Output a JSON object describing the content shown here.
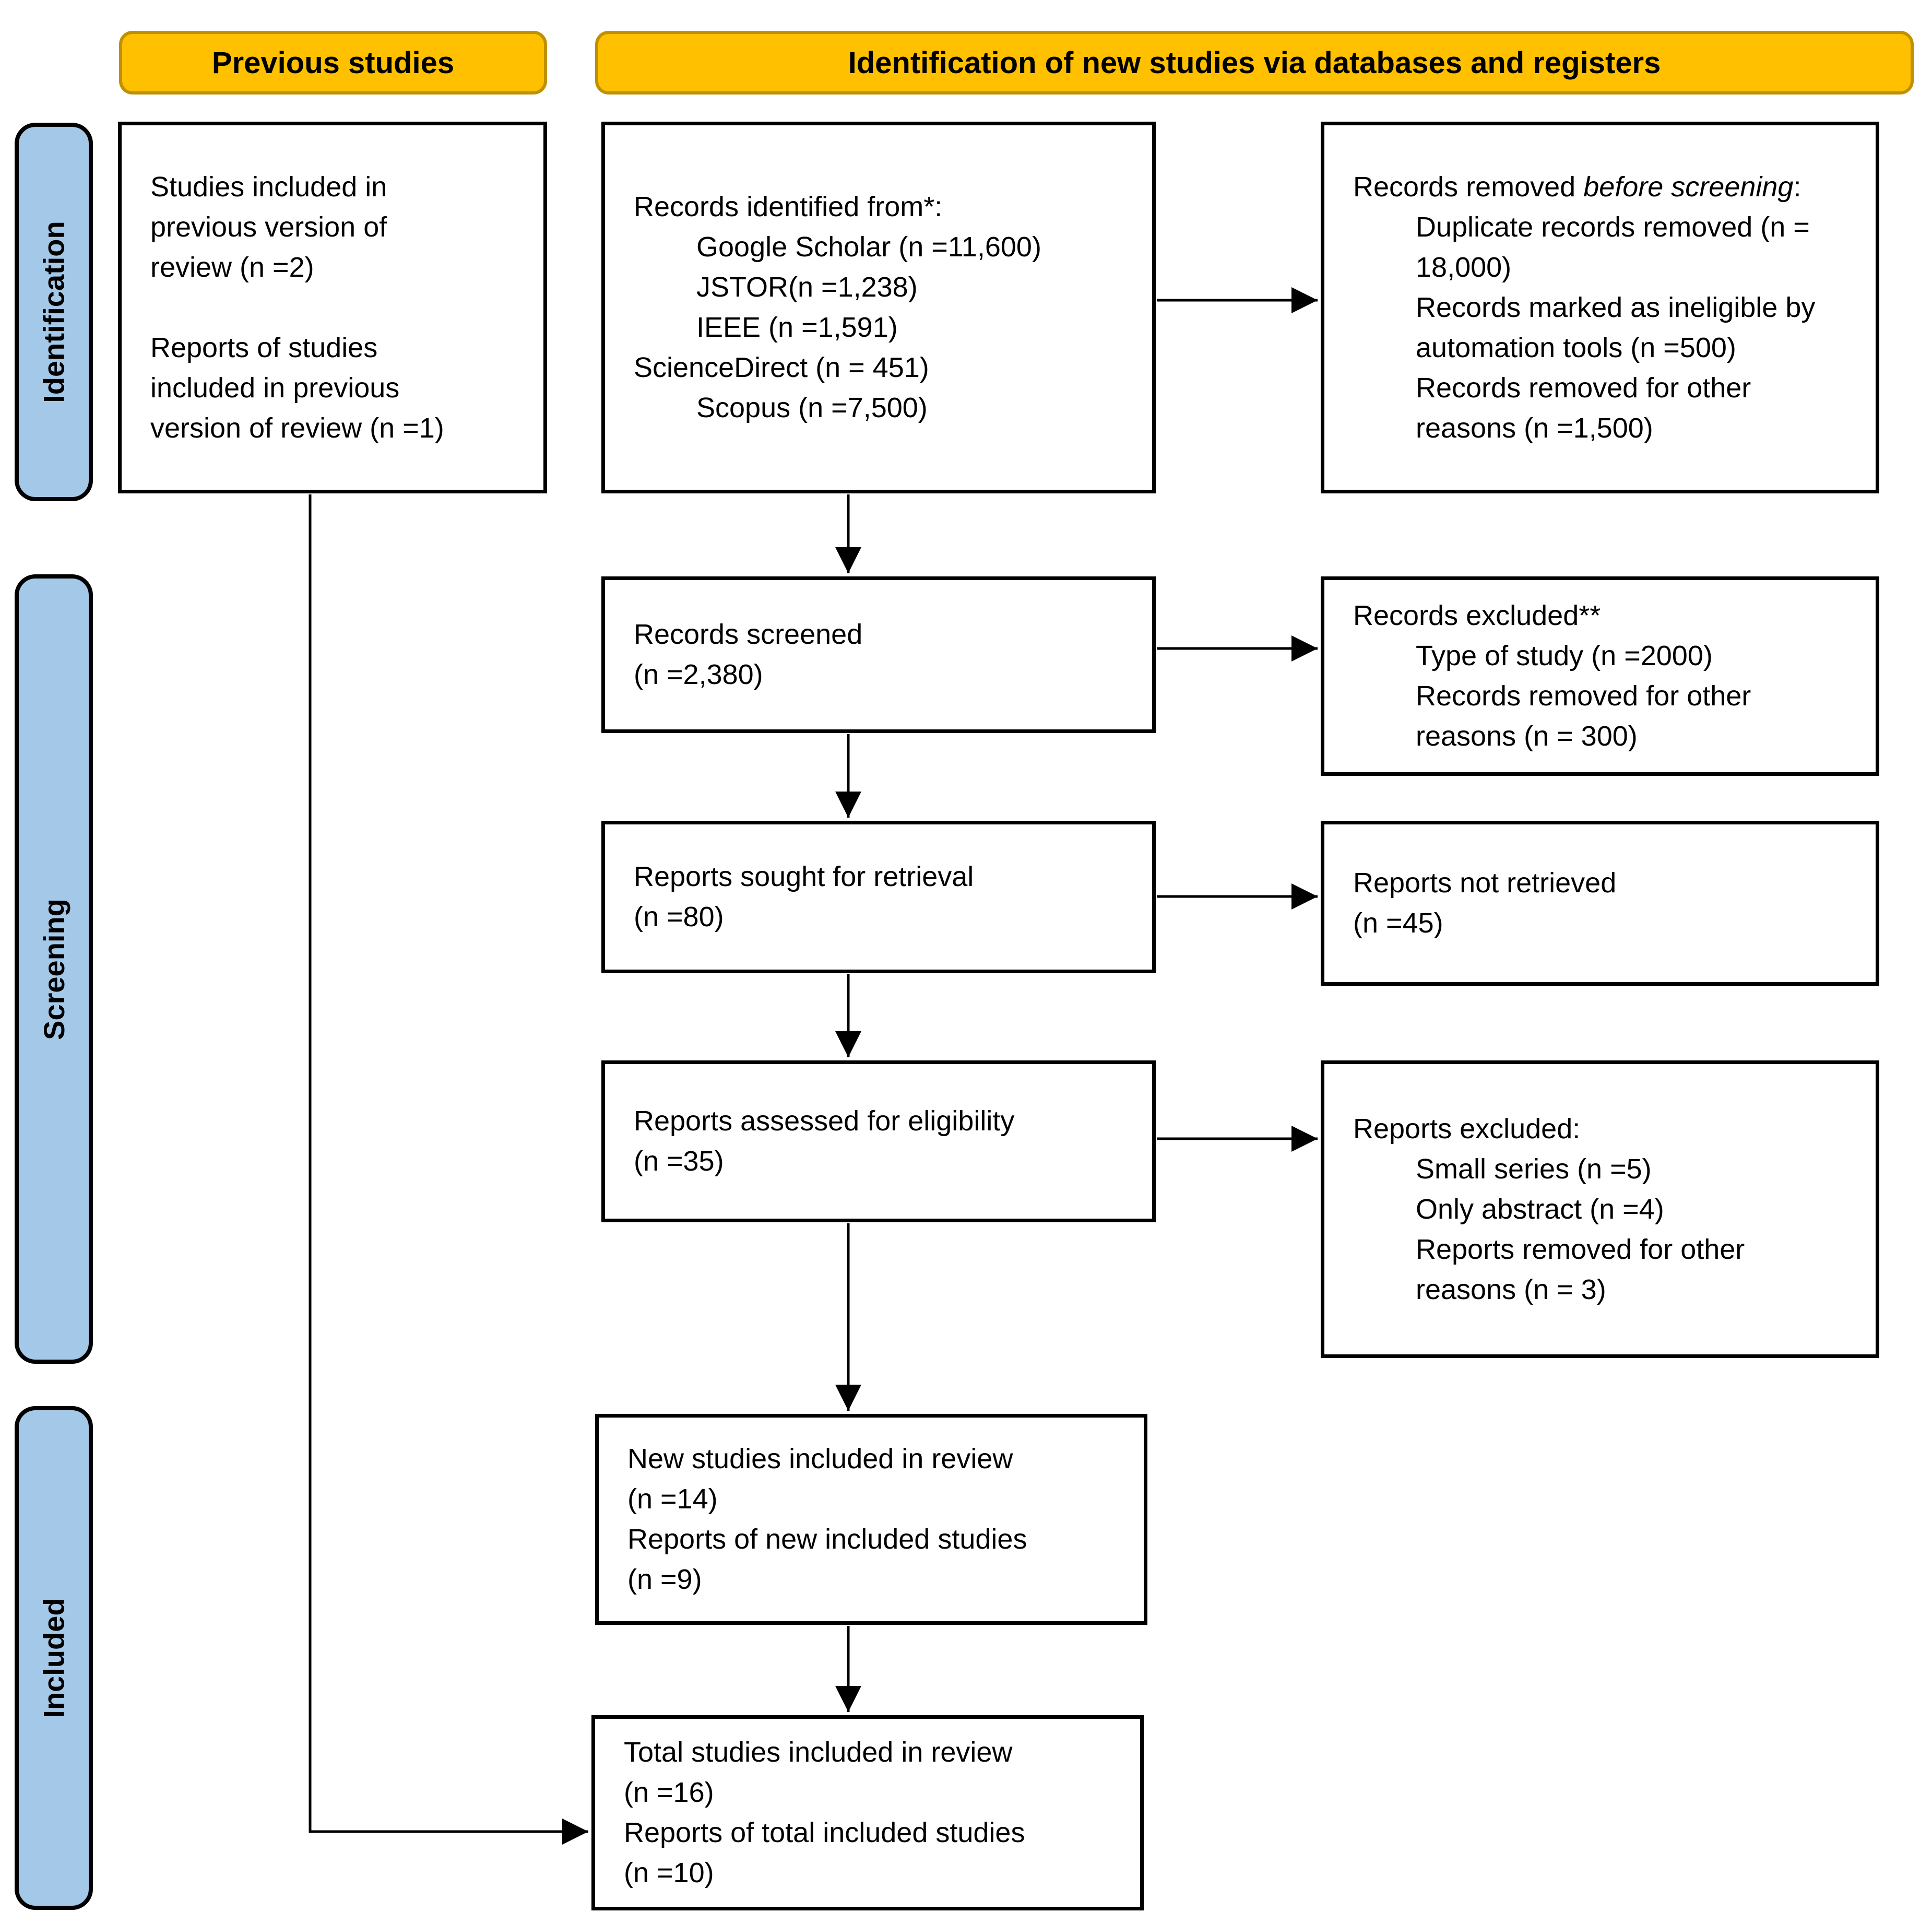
{
  "colors": {
    "header_fill": "#FFC000",
    "header_border": "#BF9000",
    "stage_fill": "#A4C8E8",
    "box_border": "#000000",
    "arrow": "#000000"
  },
  "headers": {
    "previous": "Previous studies",
    "identification": "Identification of new studies via databases and registers"
  },
  "stages": {
    "identification": "Identification",
    "screening": "Screening",
    "included": "Included"
  },
  "boxes": {
    "previous_studies": {
      "para1": [
        "Studies included in",
        "previous version of",
        "review (n =2)"
      ],
      "para2": [
        "Reports of studies",
        "included in previous",
        "version of review (n =1)"
      ]
    },
    "records_identified": {
      "title": "Records identified from*:",
      "lines": [
        "Google Scholar (n =11,600)",
        "JSTOR(n =1,238)",
        "IEEE (n =1,591)",
        "ScienceDirect (n = 451)",
        "Scopus (n =7,500)"
      ]
    },
    "records_removed": {
      "title_prefix": "Records removed ",
      "title_italic": "before screening",
      "title_suffix": ":",
      "lines": [
        "Duplicate records removed (n =",
        "18,000)",
        "Records marked as ineligible by",
        "automation tools (n =500)",
        "Records removed for other",
        "reasons (n =1,500)"
      ]
    },
    "records_screened": {
      "lines": [
        "Records screened",
        "(n =2,380)"
      ]
    },
    "records_excluded": {
      "title": "Records excluded**",
      "lines": [
        "Type of study (n =2000)",
        "Records removed for other",
        "reasons (n = 300)"
      ]
    },
    "reports_sought": {
      "lines": [
        "Reports sought for retrieval",
        "(n =80)"
      ]
    },
    "reports_not_retrieved": {
      "lines": [
        "Reports not retrieved",
        "(n =45)"
      ]
    },
    "reports_assessed": {
      "lines": [
        "Reports assessed for eligibility",
        "(n =35)"
      ]
    },
    "reports_excluded": {
      "title": "Reports excluded:",
      "lines": [
        "Small series (n =5)",
        "Only abstract (n =4)",
        "Reports removed for other",
        "reasons (n = 3)"
      ]
    },
    "new_studies": {
      "lines": [
        "New studies included in review",
        "(n =14)",
        "Reports of new included studies",
        "(n =9)"
      ]
    },
    "total_studies": {
      "lines": [
        "Total studies included in review",
        "(n =16)",
        "Reports of total included studies",
        "(n =10)"
      ]
    }
  }
}
